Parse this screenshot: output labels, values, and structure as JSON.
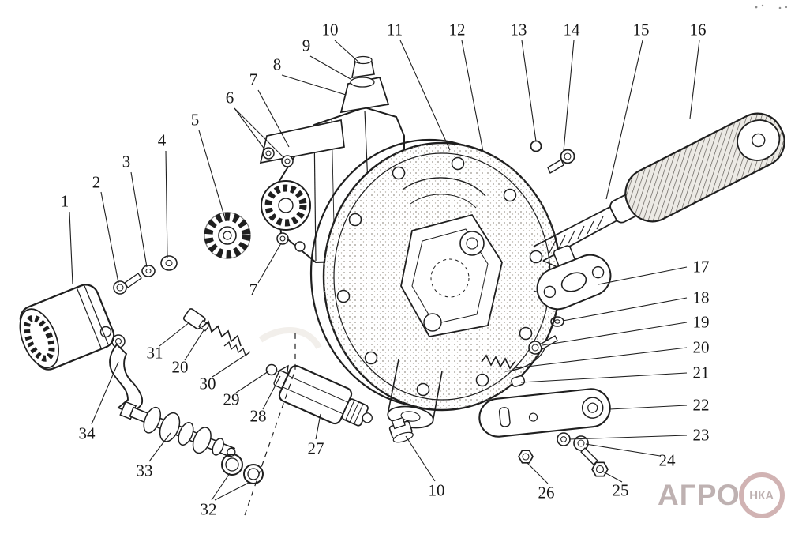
{
  "page": {
    "type": "exploded-parts-diagram",
    "background": "#ffffff"
  },
  "diagram": {
    "description": "Exploded-view line drawing of a hydraulic pump / drive assembly with numbered part callouts",
    "callouts": [
      {
        "label": "1"
      },
      {
        "label": "2"
      },
      {
        "label": "3"
      },
      {
        "label": "4"
      },
      {
        "label": "5"
      },
      {
        "label": "6"
      },
      {
        "label": "7"
      },
      {
        "label": "8"
      },
      {
        "label": "9"
      },
      {
        "label": "10"
      },
      {
        "label": "11"
      },
      {
        "label": "12"
      },
      {
        "label": "13"
      },
      {
        "label": "14"
      },
      {
        "label": "15"
      },
      {
        "label": "16"
      },
      {
        "label": "17"
      },
      {
        "label": "18"
      },
      {
        "label": "19"
      },
      {
        "label": "20"
      },
      {
        "label": "21"
      },
      {
        "label": "22"
      },
      {
        "label": "23"
      },
      {
        "label": "24"
      },
      {
        "label": "25"
      },
      {
        "label": "26"
      },
      {
        "label": "10"
      },
      {
        "label": "27"
      },
      {
        "label": "28"
      },
      {
        "label": "29"
      },
      {
        "label": "30"
      },
      {
        "label": "20"
      },
      {
        "label": "31"
      },
      {
        "label": "32"
      },
      {
        "label": "33"
      },
      {
        "label": "34"
      },
      {
        "label": "7"
      }
    ]
  },
  "watermark": {
    "brand": "АГРО",
    "badge": "НКА"
  },
  "colors": {
    "line": "#1f1f1f",
    "stipple": "#8a857e",
    "watermark_gray": "#d8cfc5",
    "logo_text": "#b3a4a4",
    "logo_ring": "#c9a6a6"
  }
}
